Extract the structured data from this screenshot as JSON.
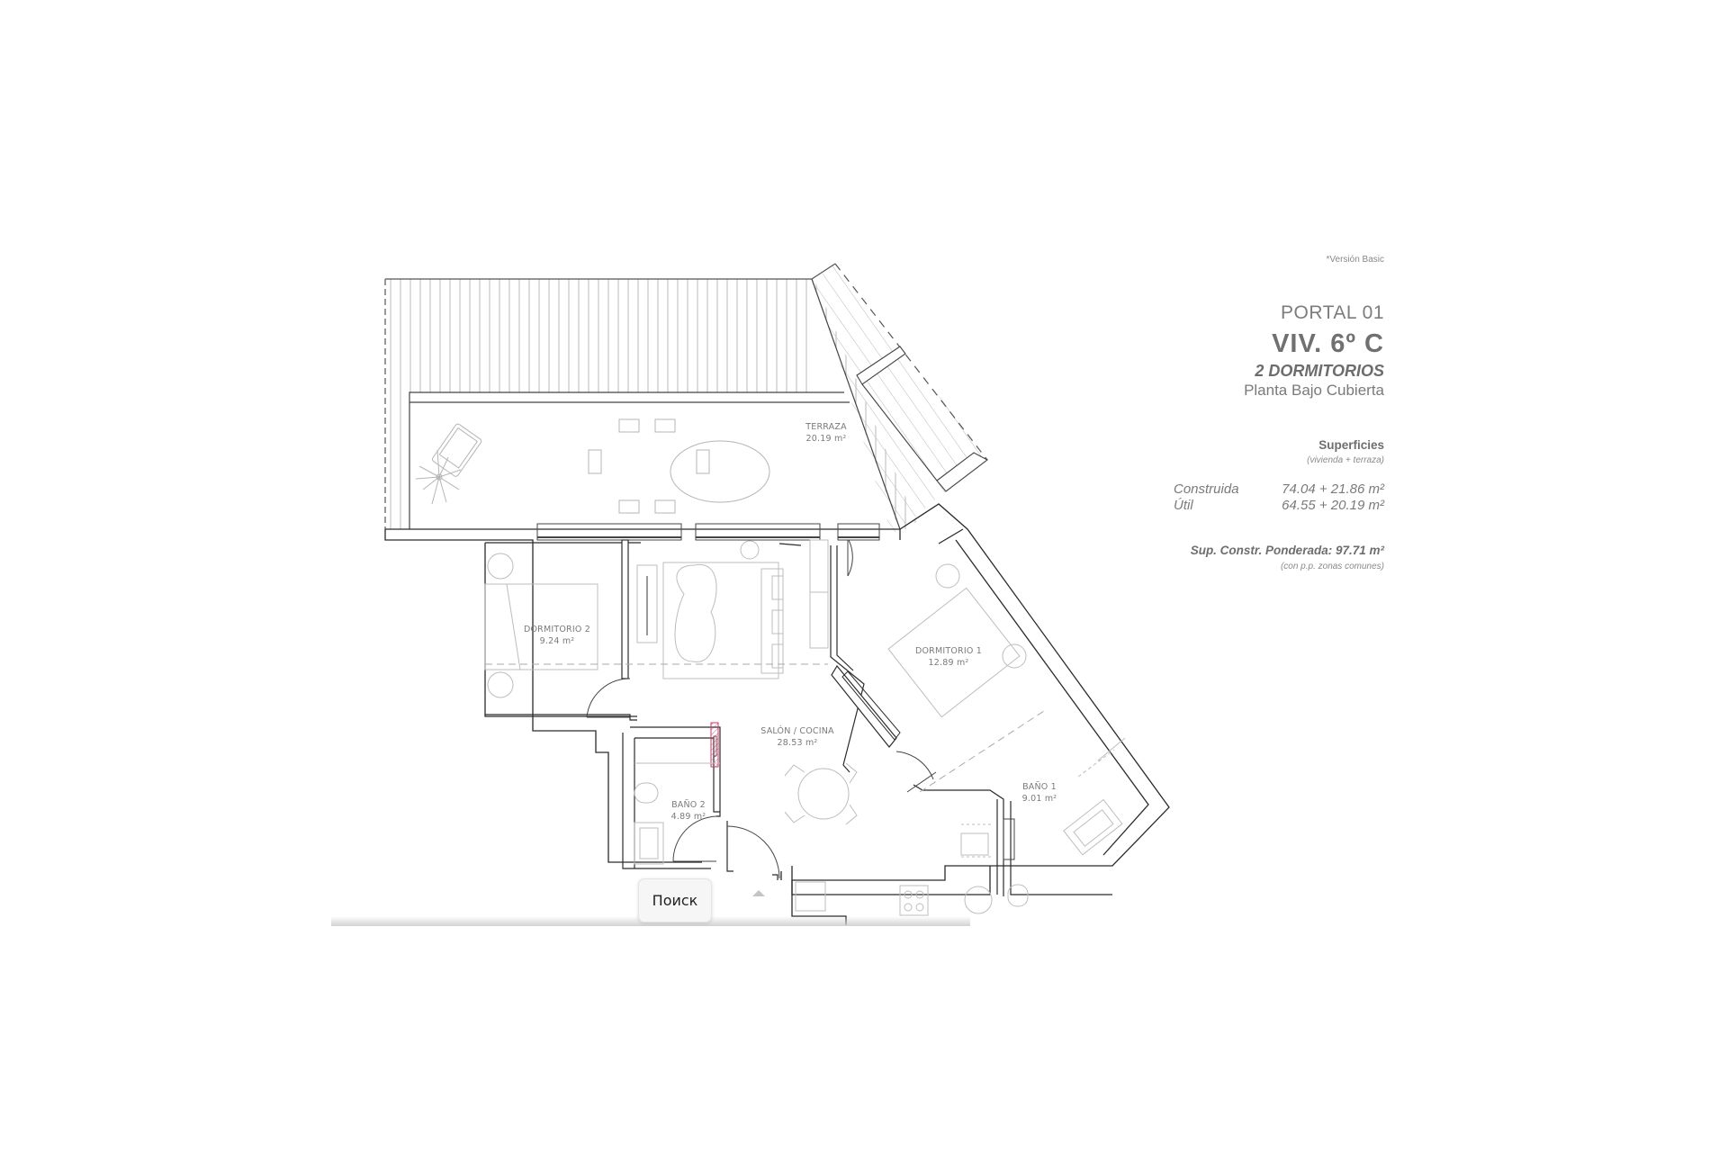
{
  "header": {
    "version_note": "*Versión Basic",
    "portal": "PORTAL 01",
    "unit": "VIV. 6º C",
    "bedrooms": "2 DORMITORIOS",
    "floor": "Planta Bajo Cubierta"
  },
  "surfaces": {
    "title": "Superficies",
    "subtitle": "(vivienda + terraza)",
    "rows": [
      {
        "label": "Construida",
        "value": "74.04 + 21.86 m²"
      },
      {
        "label": "Útil",
        "value": "64.55 + 20.19 m²"
      }
    ],
    "weighted": "Sup. Constr. Ponderada: 97.71 m²",
    "weighted_note": "(con p.p. zonas comunes)"
  },
  "rooms": [
    {
      "name": "TERRAZA",
      "area": "20.19 m²"
    },
    {
      "name": "DORMITORIO 2",
      "area": "9.24 m²"
    },
    {
      "name": "SALÓN / COCINA",
      "area": "28.53 m²"
    },
    {
      "name": "DORMITORIO 1",
      "area": "12.89 m²"
    },
    {
      "name": "BAÑO 2",
      "area": "4.89 m²"
    },
    {
      "name": "BAÑO 1",
      "area": "9.01 m²"
    }
  ],
  "overlay": {
    "search_label": "Поиск"
  },
  "colors": {
    "wall": "#2b2b2b",
    "furniture": "#b8b8b8",
    "hatch": "#d23a6a",
    "text": "#707070"
  }
}
